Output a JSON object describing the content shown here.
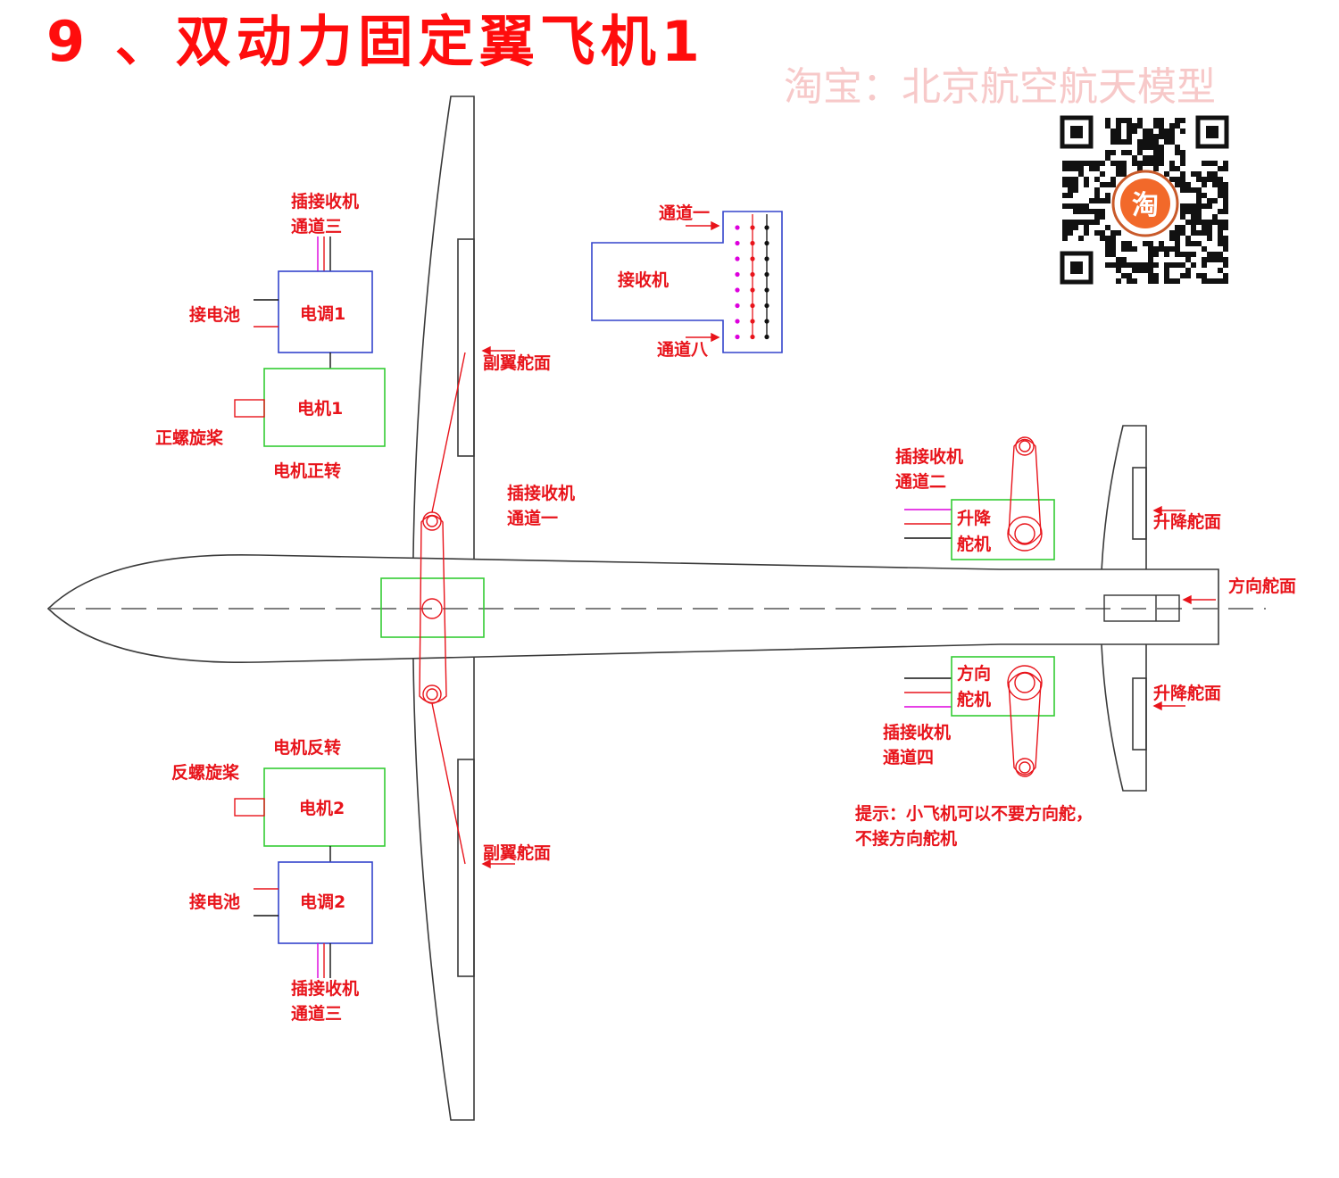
{
  "title": "9 、双动力固定翼飞机1",
  "watermark": "淘宝：北京航空航天模型",
  "qr_logo": "淘",
  "colors": {
    "label": "#e8141b",
    "outline": "#3a3a3a",
    "esc_box": "#3344cc",
    "motor_box": "#33cc33",
    "channel_pin_1": "#dd00dd",
    "channel_pin_2": "#e8141b",
    "channel_pin_3": "#111111"
  },
  "receiver": {
    "label": "接收机",
    "channel_top": "通道一",
    "channel_bottom": "通道八"
  },
  "upper_motor": {
    "esc_plug": [
      "插接收机",
      "通道三"
    ],
    "battery": "接电池",
    "esc": "电调1",
    "motor": "电机1",
    "prop": "正螺旋桨",
    "rotation": "电机正转"
  },
  "lower_motor": {
    "rotation": "电机反转",
    "prop": "反螺旋桨",
    "motor": "电机2",
    "esc": "电调2",
    "battery": "接电池",
    "esc_plug": [
      "插接收机",
      "通道三"
    ]
  },
  "wing": {
    "aileron_top": "副翼舵面",
    "aileron_bottom": "副翼舵面",
    "aileron_servo_plug": [
      "插接收机",
      "通道一"
    ]
  },
  "tail": {
    "elevator_plug": [
      "插接收机",
      "通道二"
    ],
    "elevator_servo": [
      "升降",
      "舵机"
    ],
    "elevator_top": "升降舵面",
    "elevator_bottom": "升降舵面",
    "rudder_surface": "方向舵面",
    "rudder_servo": [
      "方向",
      "舵机"
    ],
    "rudder_plug": [
      "插接收机",
      "通道四"
    ]
  },
  "tip": [
    "提示：小飞机可以不要方向舵，",
    "不接方向舵机"
  ]
}
